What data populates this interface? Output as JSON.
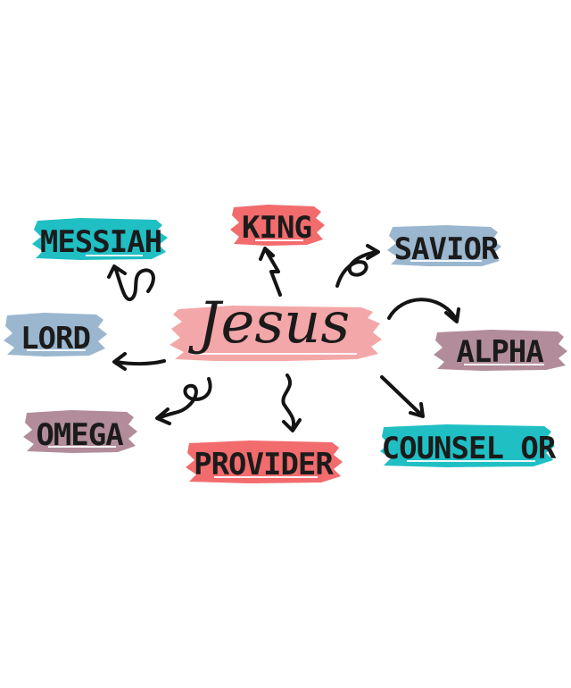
{
  "center": {
    "label": "Jesus",
    "color": "#f4a7a8"
  },
  "nodes": [
    {
      "id": "messiah",
      "label": "MESSIAH",
      "color": "#1fbfc4"
    },
    {
      "id": "king",
      "label": "KING",
      "color": "#f26b6d"
    },
    {
      "id": "savior",
      "label": "SAVIOR",
      "color": "#9bb7cf"
    },
    {
      "id": "lord",
      "label": "LORD",
      "color": "#9bb7cf"
    },
    {
      "id": "alpha",
      "label": "ALPHA",
      "color": "#b28c9a"
    },
    {
      "id": "omega",
      "label": "OMEGA",
      "color": "#b28c9a"
    },
    {
      "id": "provider",
      "label": "PROVIDER",
      "color": "#f26b6d"
    },
    {
      "id": "counselor",
      "label": "COUNSEL OR",
      "color": "#1fbfc4"
    }
  ]
}
